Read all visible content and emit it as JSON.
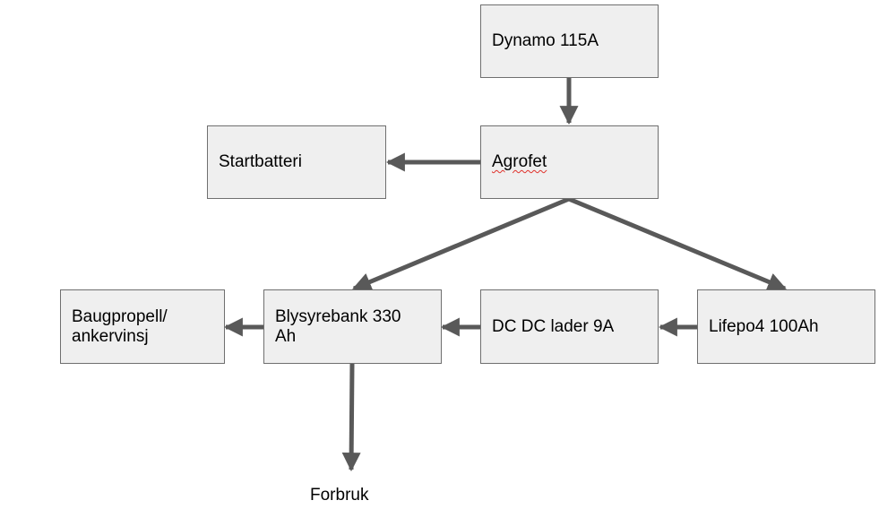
{
  "diagram": {
    "nodes": {
      "dynamo": {
        "label": "Dynamo 115A"
      },
      "agrofet": {
        "label": "Agrofet"
      },
      "startbatteri": {
        "label": "Startbatteri"
      },
      "baugpropell": {
        "label": "Baugpropell/\nankervinsj"
      },
      "blysyrebank": {
        "label": "Blysyrebank 330\nAh"
      },
      "dcdc": {
        "label": "DC DC lader 9A"
      },
      "lifepo4": {
        "label": "Lifepo4 100Ah"
      }
    },
    "forbruk": {
      "label": "Forbruk"
    },
    "edges": [
      {
        "from": "Dynamo 115A",
        "to": "Agrofet"
      },
      {
        "from": "Agrofet",
        "to": "Startbatteri"
      },
      {
        "from": "Agrofet",
        "to": "Blysyrebank 330 Ah"
      },
      {
        "from": "Agrofet",
        "to": "Lifepo4 100Ah"
      },
      {
        "from": "Lifepo4 100Ah",
        "to": "DC DC lader 9A"
      },
      {
        "from": "DC DC lader 9A",
        "to": "Blysyrebank 330 Ah"
      },
      {
        "from": "Blysyrebank 330 Ah",
        "to": "Baugpropell/ankervinsj"
      },
      {
        "from": "Blysyrebank 330 Ah",
        "to": "Forbruk"
      }
    ],
    "colors": {
      "node_fill": "#efefef",
      "node_border": "#6f6f6f",
      "arrow": "#595959",
      "spellcheck_underline": "#e0312b"
    }
  }
}
